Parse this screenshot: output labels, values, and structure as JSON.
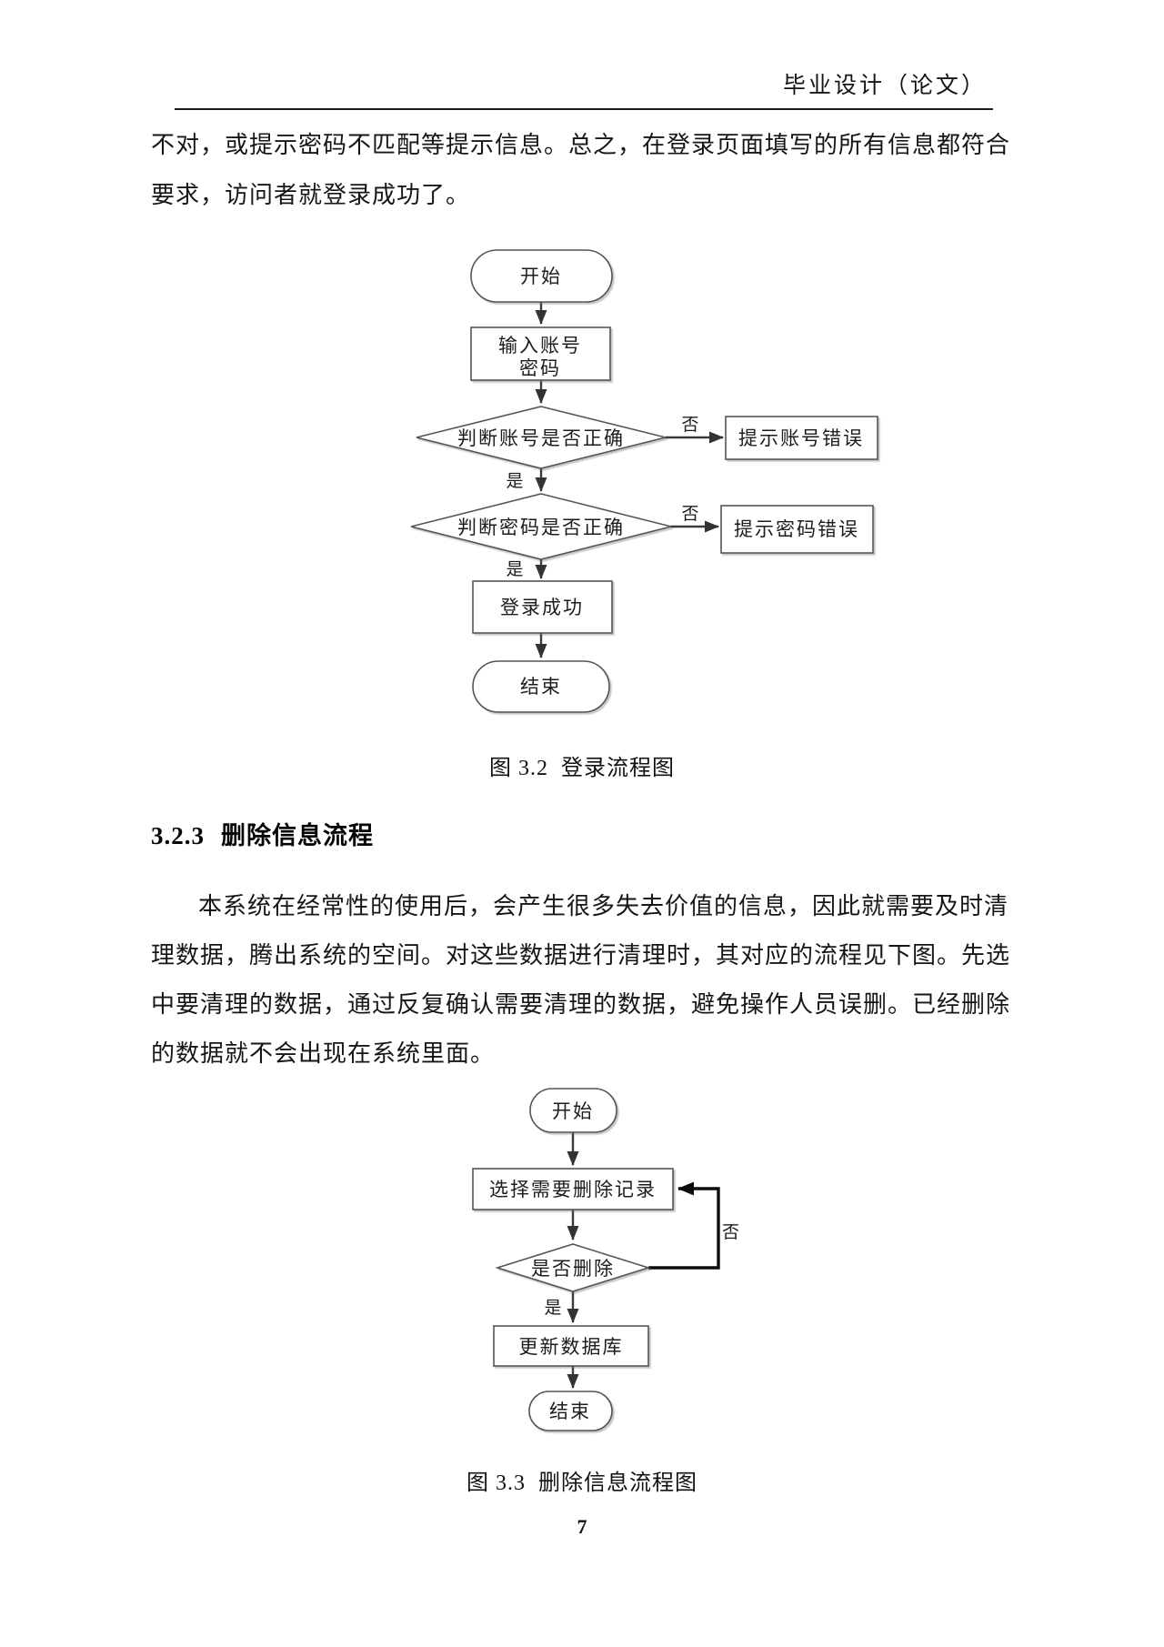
{
  "header": {
    "title": "毕业设计（论文）"
  },
  "paragraph1": {
    "lines": [
      "不对，或提示密码不匹配等提示信息。总之，在登录页面填写的所有信息都符合",
      "要求，访问者就登录成功了。"
    ]
  },
  "figure1": {
    "caption": "图 3.2  登录流程图",
    "nodes": {
      "start": "开始",
      "input_line1": "输入账号",
      "input_line2": "密码",
      "check_account": "判断账号是否正确",
      "account_error": "提示账号错误",
      "check_password": "判断密码是否正确",
      "password_error": "提示密码错误",
      "success": "登录成功",
      "end": "结束"
    },
    "edge_labels": {
      "yes": "是",
      "no": "否"
    }
  },
  "section": {
    "number": "3.2.3",
    "title": "删除信息流程"
  },
  "paragraph2": {
    "lines": [
      "本系统在经常性的使用后，会产生很多失去价值的信息，因此就需要及时清",
      "理数据，腾出系统的空间。对这些数据进行清理时，其对应的流程见下图。先选",
      "中要清理的数据，通过反复确认需要清理的数据，避免操作人员误删。已经删除",
      "的数据就不会出现在系统里面。"
    ]
  },
  "figure2": {
    "caption": "图 3.3  删除信息流程图",
    "nodes": {
      "start": "开始",
      "select": "选择需要删除记录",
      "confirm": "是否删除",
      "update": "更新数据库",
      "end": "结束"
    },
    "edge_labels": {
      "yes": "是",
      "no": "否"
    }
  },
  "page": {
    "number": "7"
  }
}
